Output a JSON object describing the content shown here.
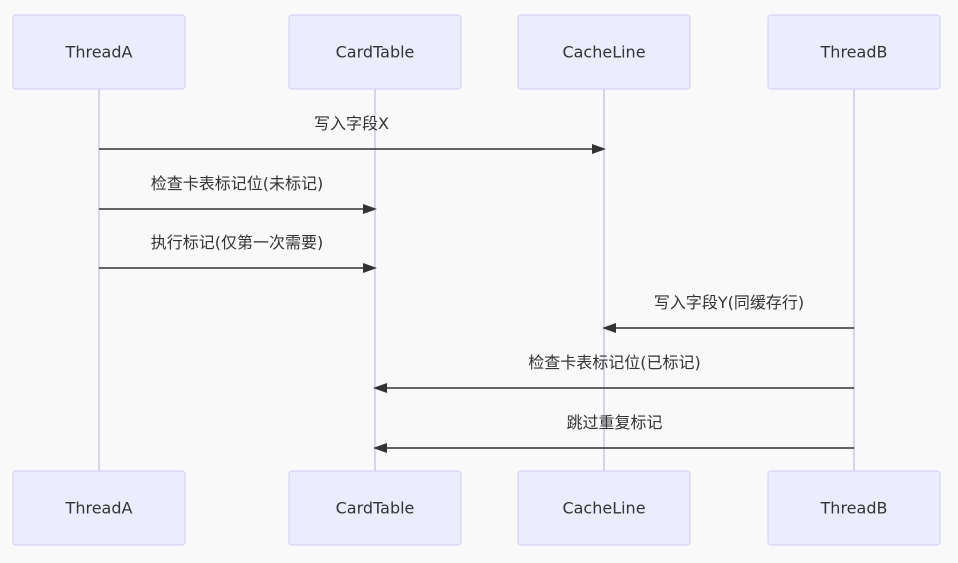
{
  "diagram": {
    "type": "sequence",
    "colors": {
      "background": "#f9f9f9",
      "actor_fill": "#ececff",
      "actor_border": "#cfcdf7",
      "lifeline": "#d6d3f3",
      "message": "#333333"
    },
    "participants": [
      {
        "id": "threadA",
        "label": "ThreadA"
      },
      {
        "id": "cardTable",
        "label": "CardTable"
      },
      {
        "id": "cacheLine",
        "label": "CacheLine"
      },
      {
        "id": "threadB",
        "label": "ThreadB"
      }
    ],
    "messages": [
      {
        "from": 0,
        "to": 2,
        "label": "写入字段X"
      },
      {
        "from": 0,
        "to": 1,
        "label": "检查卡表标记位(未标记)"
      },
      {
        "from": 0,
        "to": 1,
        "label": "执行标记(仅第一次需要)"
      },
      {
        "from": 3,
        "to": 2,
        "label": "写入字段Y(同缓存行)"
      },
      {
        "from": 3,
        "to": 1,
        "label": "检查卡表标记位(已标记)"
      },
      {
        "from": 3,
        "to": 1,
        "label": "跳过重复标记"
      }
    ]
  }
}
